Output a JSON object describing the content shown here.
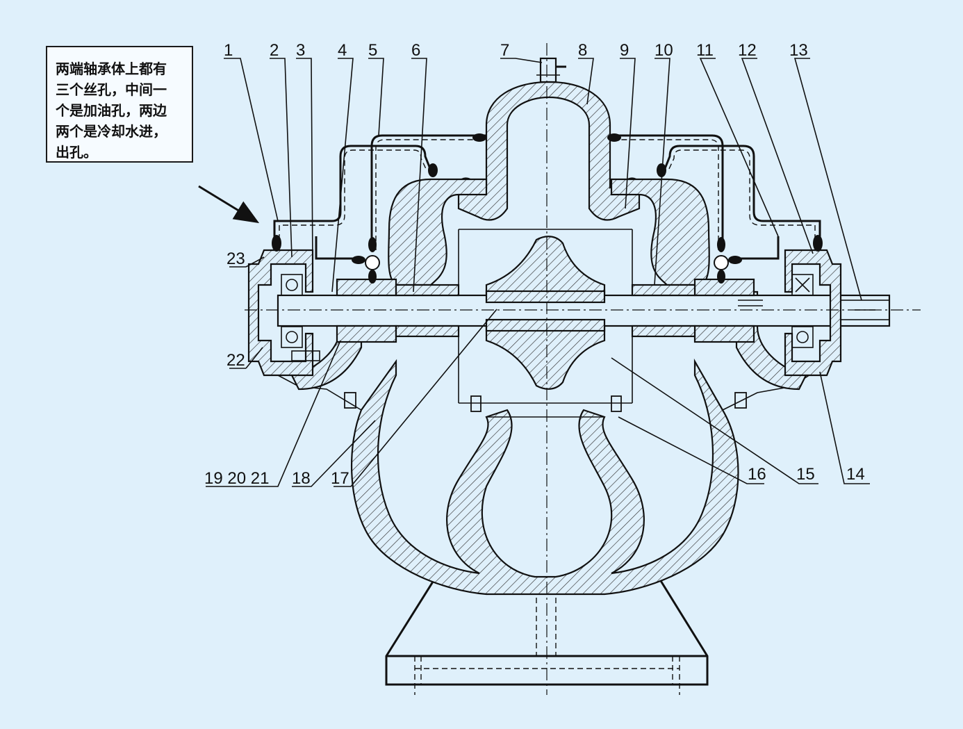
{
  "note": {
    "lines": [
      "两端轴承体上都有",
      "三个丝孔，中间一",
      "个是加油孔，两边",
      "两个是冷却水进，",
      "出孔。"
    ]
  },
  "labels": {
    "l1": "1",
    "l2": "2",
    "l3": "3",
    "l4": "4",
    "l5": "5",
    "l6": "6",
    "l7": "7",
    "l8": "8",
    "l9": "9",
    "l10": "10",
    "l11": "11",
    "l12": "12",
    "l13": "13",
    "l14": "14",
    "l15": "15",
    "l16": "16",
    "l17": "17",
    "l18": "18",
    "l19_20_21": "19 20 21",
    "l22": "22",
    "l23": "23"
  },
  "colors": {
    "background": "#dff0fb",
    "line": "#111111"
  }
}
